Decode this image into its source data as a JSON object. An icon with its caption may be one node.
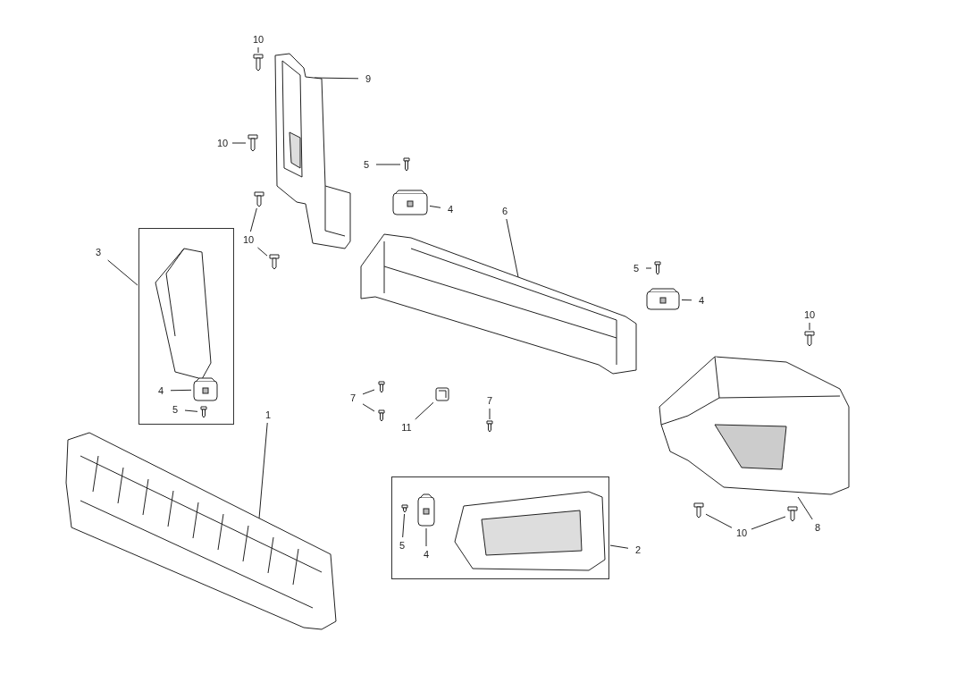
{
  "diagram": {
    "nodes": [
      {
        "text": [
          "10"
        ]
      },
      {
        "text": [],
        "shape": "picture"
      },
      {
        "text": [],
        "shape": "picture"
      },
      {
        "text": [
          "9"
        ]
      },
      {
        "text": [
          "10"
        ]
      },
      {
        "text": [],
        "shape": "picture"
      },
      {
        "text": [
          "5"
        ]
      },
      {
        "text": [],
        "shape": "picture"
      },
      {
        "text": [],
        "shape": "picture"
      },
      {
        "text": [
          "4"
        ]
      },
      {
        "text": [],
        "shape": "picture"
      },
      {
        "text": [],
        "shape": "picture"
      },
      {
        "text": [
          "10"
        ]
      },
      {
        "text": [],
        "shape": "box"
      },
      {
        "text": [
          "3"
        ]
      },
      {
        "text": [],
        "shape": "picture"
      },
      {
        "text": [
          "6"
        ]
      },
      {
        "text": [
          "5"
        ]
      },
      {
        "text": [],
        "shape": "picture"
      },
      {
        "text": [],
        "shape": "picture"
      },
      {
        "text": [
          "4"
        ]
      },
      {
        "text": [
          "10"
        ]
      },
      {
        "text": [],
        "shape": "picture"
      },
      {
        "text": [],
        "shape": "picture"
      },
      {
        "text": [
          "7"
        ]
      },
      {
        "text": [],
        "shape": "picture"
      },
      {
        "text": [],
        "shape": "picture"
      },
      {
        "text": [],
        "shape": "picture",
        "in": 13
      },
      {
        "text": [
          "4"
        ],
        "in": 13
      },
      {
        "text": [
          "5"
        ],
        "in": 13
      },
      {
        "text": [],
        "shape": "picture",
        "in": 13
      },
      {
        "text": [],
        "shape": "picture"
      },
      {
        "text": [
          "7"
        ]
      },
      {
        "text": [
          "11"
        ]
      },
      {
        "text": [],
        "shape": "picture"
      },
      {
        "text": [],
        "shape": "picture"
      },
      {
        "text": [
          "1"
        ]
      },
      {
        "text": [],
        "shape": "box"
      },
      {
        "text": [],
        "shape": "picture"
      },
      {
        "text": [],
        "shape": "picture"
      },
      {
        "text": [
          "10"
        ]
      },
      {
        "text": [
          "8"
        ]
      },
      {
        "text": [],
        "shape": "picture",
        "in": 37
      },
      {
        "text": [],
        "shape": "picture",
        "in": 37
      },
      {
        "text": [
          "5"
        ],
        "in": 37
      },
      {
        "text": [
          "4"
        ],
        "in": 37
      },
      {
        "text": [
          "2"
        ]
      }
    ],
    "edges": [
      {
        "from": 0,
        "to": 1,
        "arrow": "none"
      },
      {
        "from": 3,
        "to": 2,
        "arrow": "none"
      },
      {
        "from": 4,
        "to": 5,
        "arrow": "none"
      },
      {
        "from": 6,
        "to": 7,
        "arrow": "none"
      },
      {
        "from": 9,
        "to": 8,
        "arrow": "none"
      },
      {
        "from": 12,
        "to": 10,
        "arrow": "none"
      },
      {
        "from": 12,
        "to": 11,
        "arrow": "none"
      },
      {
        "from": 14,
        "to": 13,
        "arrow": "none"
      },
      {
        "from": 16,
        "to": 15,
        "arrow": "none"
      },
      {
        "from": 17,
        "to": 18,
        "arrow": "none"
      },
      {
        "from": 20,
        "to": 19,
        "arrow": "none"
      },
      {
        "from": 21,
        "to": 22,
        "arrow": "none"
      },
      {
        "from": 24,
        "to": 25,
        "arrow": "none"
      },
      {
        "from": 24,
        "to": 26,
        "arrow": "none"
      },
      {
        "from": 28,
        "to": 27,
        "arrow": "none"
      },
      {
        "from": 29,
        "to": 30,
        "arrow": "none"
      },
      {
        "from": 33,
        "to": 31,
        "arrow": "none"
      },
      {
        "from": 32,
        "to": 34,
        "arrow": "none"
      },
      {
        "from": 36,
        "to": 35,
        "arrow": "none"
      },
      {
        "from": 40,
        "to": 38,
        "arrow": "none"
      },
      {
        "from": 40,
        "to": 39,
        "arrow": "none"
      },
      {
        "from": 41,
        "to": 23,
        "arrow": "none"
      },
      {
        "from": 44,
        "to": 43,
        "arrow": "none"
      },
      {
        "from": 45,
        "to": 42,
        "arrow": "none"
      },
      {
        "from": 46,
        "to": 37,
        "arrow": "none"
      }
    ]
  }
}
